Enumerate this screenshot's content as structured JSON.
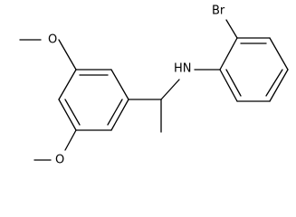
{
  "structure": {
    "atoms": {
      "bromine": "Br",
      "amine": "HN",
      "methoxy_top_oxygen": "O",
      "methoxy_bottom_oxygen": "O"
    }
  }
}
